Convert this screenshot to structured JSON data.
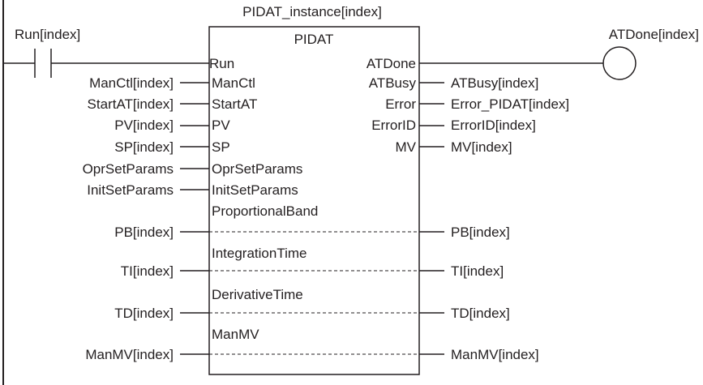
{
  "diagram": {
    "instance_label": "PIDAT_instance[index]",
    "block_name": "PIDAT",
    "contact_label": "Run[index]",
    "coil_label": "ATDone[index]",
    "inputs": [
      {
        "pin": "Run",
        "var": ""
      },
      {
        "pin": "ManCtl",
        "var": "ManCtl[index]"
      },
      {
        "pin": "StartAT",
        "var": "StartAT[index]"
      },
      {
        "pin": "PV",
        "var": "PV[index]"
      },
      {
        "pin": "SP",
        "var": "SP[index]"
      },
      {
        "pin": "OprSetParams",
        "var": "OprSetParams"
      },
      {
        "pin": "InitSetParams",
        "var": "InitSetParams"
      }
    ],
    "outputs": [
      {
        "pin": "ATDone",
        "var": ""
      },
      {
        "pin": "ATBusy",
        "var": "ATBusy[index]"
      },
      {
        "pin": "Error",
        "var": "Error_PIDAT[index]"
      },
      {
        "pin": "ErrorID",
        "var": "ErrorID[index]"
      },
      {
        "pin": "MV",
        "var": "MV[index]"
      }
    ],
    "inouts": [
      {
        "pin": "ProportionalBand",
        "in": "PB[index]",
        "out": "PB[index]"
      },
      {
        "pin": "IntegrationTime",
        "in": "TI[index]",
        "out": "TI[index]"
      },
      {
        "pin": "DerivativeTime",
        "in": "TD[index]",
        "out": "TD[index]"
      },
      {
        "pin": "ManMV",
        "in": "ManMV[index]",
        "out": "ManMV[index]"
      }
    ]
  }
}
